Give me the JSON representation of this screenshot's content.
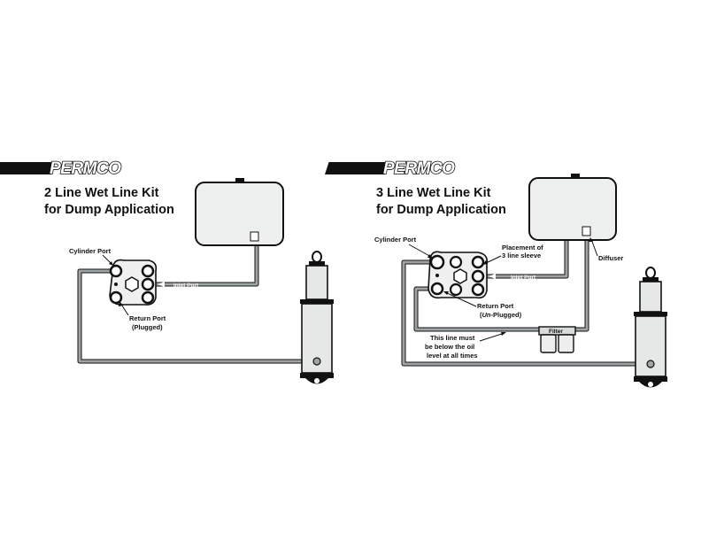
{
  "left_diagram": {
    "brand": "PERMCO",
    "title_line1": "2 Line Wet Line Kit",
    "title_line2": "for Dump Application",
    "labels": {
      "cylinder_port": "Cylinder Port",
      "inlet_port": "Inlet Port",
      "return_port": "Return Port",
      "return_port_state": "(Plugged)"
    }
  },
  "right_diagram": {
    "brand": "PERMCO",
    "title_line1": "3 Line Wet Line Kit",
    "title_line2": "for Dump Application",
    "labels": {
      "cylinder_port": "Cylinder Port",
      "placement_line1": "Placement of",
      "placement_line2": "3 line sleeve",
      "diffuser": "Diffuser",
      "inlet_port": "Inlet Port",
      "return_port": "Return Port",
      "return_port_state_prefix": "(",
      "return_port_state_italic": "Un",
      "return_port_state_suffix": "-Plugged)",
      "filter": "Filter",
      "note_line1": "This line must",
      "note_line2": "be below the oil",
      "note_line3": "level at all times"
    }
  },
  "colors": {
    "line_outline": "#111111",
    "line_fill": "#9ea3a5",
    "tank_fill": "#eef0ef"
  }
}
